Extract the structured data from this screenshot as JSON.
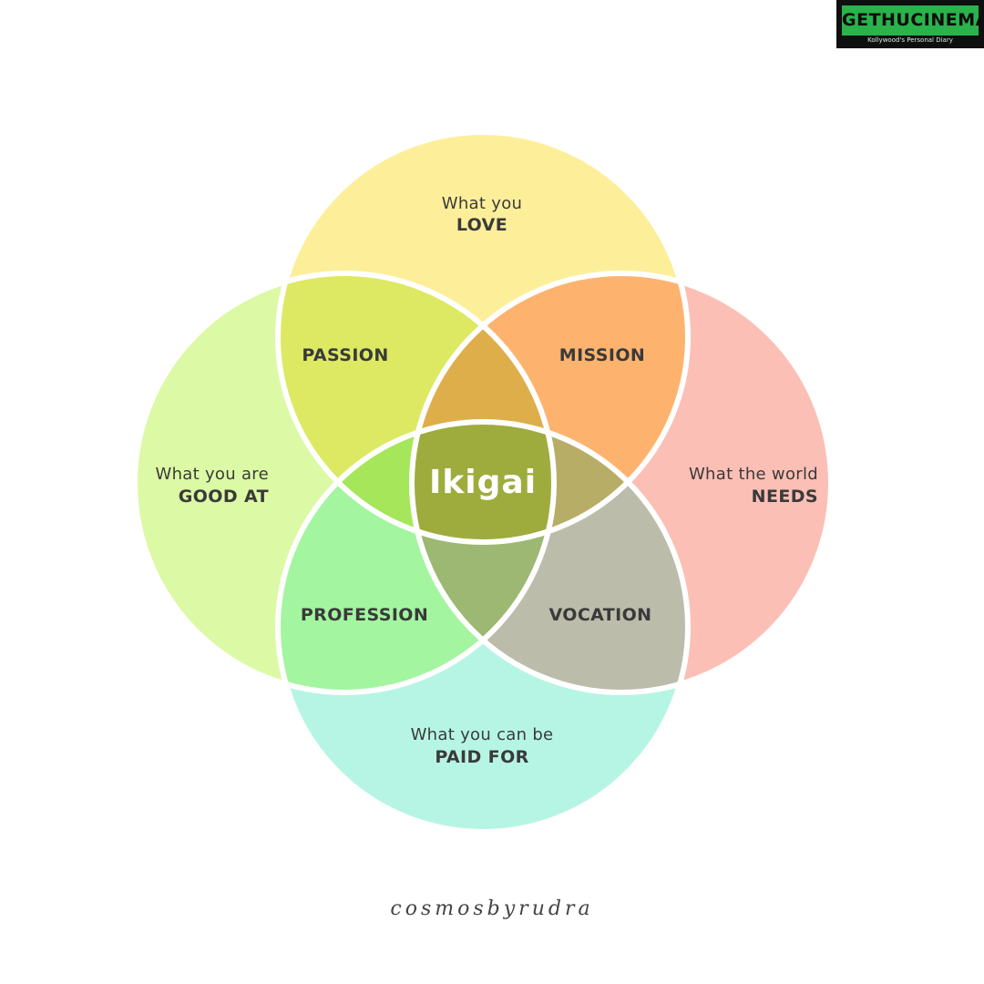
{
  "watermark": {
    "brand": "GETHUCINEMA",
    "tagline": "Kollywood's Personal Diary"
  },
  "circles": {
    "love": {
      "line1": "What you",
      "line2": "LOVE",
      "color": "#fdef9a"
    },
    "good_at": {
      "line1": "What you are",
      "line2": "GOOD AT",
      "color": "#dcf9a5"
    },
    "needs": {
      "line1": "What the world",
      "line2": "NEEDS",
      "color": "#fcbfb5"
    },
    "paid_for": {
      "line1": "What you can be",
      "line2": "PAID FOR",
      "color": "#b6f5e4"
    }
  },
  "overlaps": {
    "passion": {
      "label": "PASSION",
      "color": "#dde962"
    },
    "mission": {
      "label": "MISSION",
      "color": "#fdb36e"
    },
    "profession": {
      "label": "PROFESSION",
      "color": "#a3f5a0"
    },
    "vocation": {
      "label": "VOCATION",
      "color": "#bbbcaa"
    }
  },
  "center": {
    "label": "Ikigai",
    "color": "#9eac3d"
  },
  "signature": "cosmosbyrudra"
}
